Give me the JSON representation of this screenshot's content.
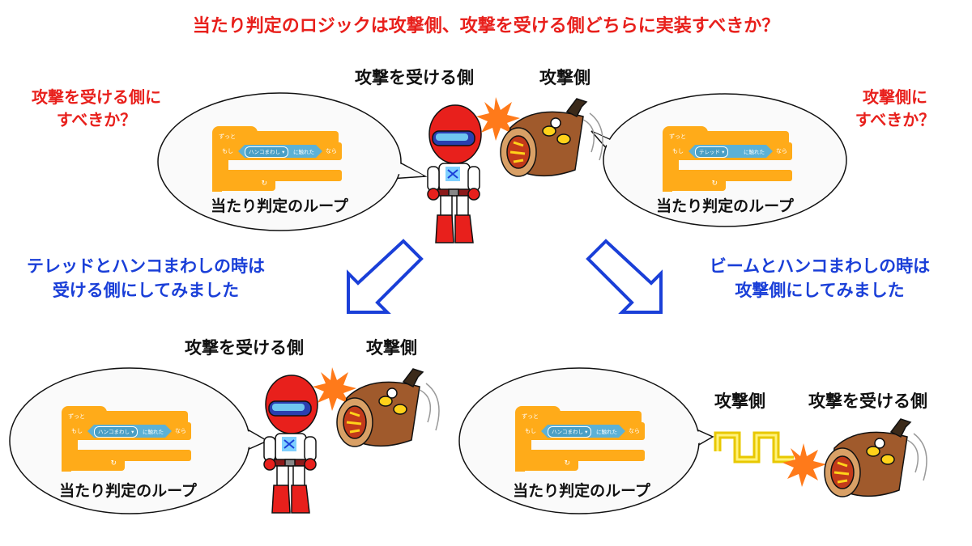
{
  "title": "当たり判定のロジックは攻撃側、攻撃を受ける側どちらに実装すべきか？",
  "question_left": [
    "攻撃を受ける側に",
    "すべきか？"
  ],
  "question_right": [
    "攻撃側に",
    "すべきか？"
  ],
  "top_labels": {
    "receiver": "攻撃を受ける側",
    "attacker": "攻撃側"
  },
  "caption_left": [
    "テレッドとハンコまわしの時は",
    "受ける側にしてみました"
  ],
  "caption_right": [
    "ビームとハンコまわしの時は",
    "攻撃側にしてみました"
  ],
  "bottom_left_labels": {
    "receiver": "攻撃を受ける側",
    "attacker": "攻撃側"
  },
  "bottom_right_labels": {
    "attacker": "攻撃側",
    "receiver": "攻撃を受ける側"
  },
  "loop_label": "当たり判定のループ",
  "block": {
    "forever": "ずっと",
    "if": "もし",
    "then": "なら",
    "touching": "に触れた",
    "sprite_hanko": "ハンコまわし ▾",
    "sprite_tered": "テレッド ▾"
  },
  "colors": {
    "title": "#e8201c",
    "caption": "#1a3fd8",
    "arrow": "#1a3fd8",
    "block_control": "#ffab19",
    "block_sensing": "#5cb1d6"
  }
}
